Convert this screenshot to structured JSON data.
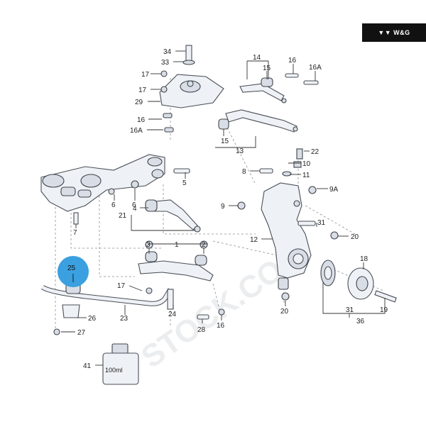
{
  "brand": {
    "mark": "▼▼",
    "text": "W&G"
  },
  "watermark": "STOCK.COM",
  "highlight": {
    "label": "25",
    "color": "#3aa0e0"
  },
  "bottle_label": "100ml",
  "callouts": [
    "34",
    "33",
    "17",
    "17",
    "29",
    "16",
    "16A",
    "14",
    "15",
    "16",
    "16A",
    "15",
    "13",
    "22",
    "10",
    "11",
    "8",
    "9A",
    "5",
    "6",
    "6",
    "4",
    "21",
    "7",
    "9",
    "31",
    "20",
    "12",
    "3",
    "2",
    "1",
    "18",
    "25",
    "17",
    "26",
    "27",
    "23",
    "24",
    "28",
    "16",
    "20",
    "31",
    "19",
    "36",
    "41"
  ]
}
